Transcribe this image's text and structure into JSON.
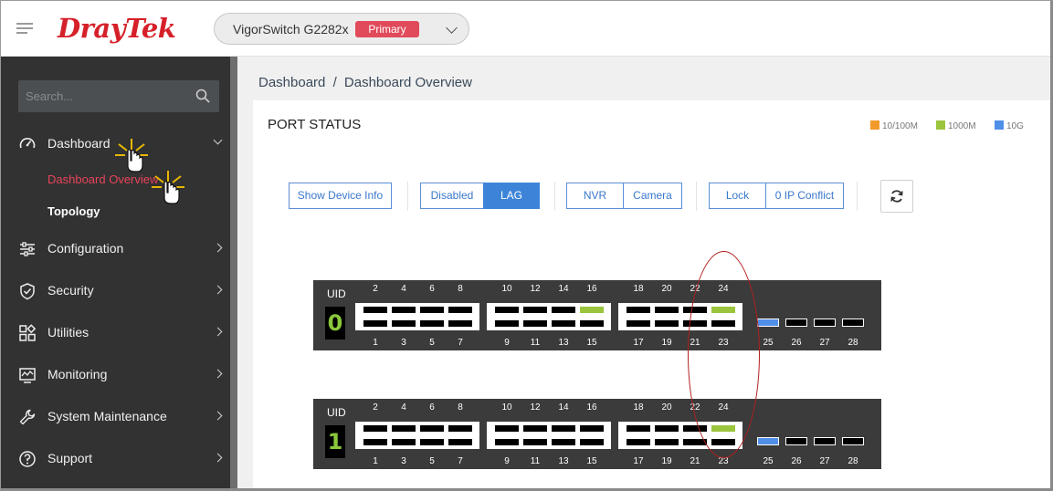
{
  "brand": {
    "logo_text": "DrayTek",
    "logo_color": "#d62029"
  },
  "device_select": {
    "name": "VigorSwitch G2282x",
    "badge": "Primary",
    "badge_color": "#e14a5a"
  },
  "sidebar": {
    "search_placeholder": "Search...",
    "items": [
      {
        "label": "Dashboard",
        "icon": "speedometer-icon"
      },
      {
        "label": "Configuration",
        "icon": "sliders-icon"
      },
      {
        "label": "Security",
        "icon": "shield-icon"
      },
      {
        "label": "Utilities",
        "icon": "apps-icon"
      },
      {
        "label": "Monitoring",
        "icon": "monitor-chart-icon"
      },
      {
        "label": "System Maintenance",
        "icon": "wrench-icon"
      },
      {
        "label": "Support",
        "icon": "help-circle-icon"
      }
    ],
    "subitems": [
      {
        "label": "Dashboard Overview",
        "active": true
      },
      {
        "label": "Topology",
        "active": false
      }
    ]
  },
  "breadcrumb": {
    "root": "Dashboard",
    "separator": "/",
    "current": "Dashboard Overview"
  },
  "port_status": {
    "title": "PORT STATUS",
    "legend": [
      {
        "label": "10/100M",
        "color": "#f39a2c"
      },
      {
        "label": "1000M",
        "color": "#9bc53d"
      },
      {
        "label": "10G",
        "color": "#4f8fe8"
      }
    ],
    "buttons": {
      "show_device_info": "Show Device Info",
      "disabled": "Disabled",
      "lag": "LAG",
      "nvr": "NVR",
      "camera": "Camera",
      "lock": "Lock",
      "ip_conflict": "0 IP Conflict"
    },
    "switches": [
      {
        "uid_label": "UID",
        "uid": "0",
        "top_ports": [
          "2",
          "4",
          "6",
          "8",
          "10",
          "12",
          "14",
          "16",
          "18",
          "20",
          "22",
          "24"
        ],
        "bottom_ports": [
          "1",
          "3",
          "5",
          "7",
          "9",
          "11",
          "13",
          "15",
          "17",
          "19",
          "21",
          "23"
        ],
        "sfp_ports": [
          "25",
          "26",
          "27",
          "28"
        ],
        "active_ports": [
          {
            "port": "16",
            "speed": "1000M"
          },
          {
            "port": "24",
            "speed": "1000M"
          },
          {
            "port": "25",
            "speed": "10G"
          }
        ]
      },
      {
        "uid_label": "UID",
        "uid": "1",
        "top_ports": [
          "2",
          "4",
          "6",
          "8",
          "10",
          "12",
          "14",
          "16",
          "18",
          "20",
          "22",
          "24"
        ],
        "bottom_ports": [
          "1",
          "3",
          "5",
          "7",
          "9",
          "11",
          "13",
          "15",
          "17",
          "19",
          "21",
          "23"
        ],
        "sfp_ports": [
          "25",
          "26",
          "27",
          "28"
        ],
        "active_ports": [
          {
            "port": "24",
            "speed": "1000M"
          },
          {
            "port": "25",
            "speed": "10G"
          }
        ]
      }
    ]
  }
}
